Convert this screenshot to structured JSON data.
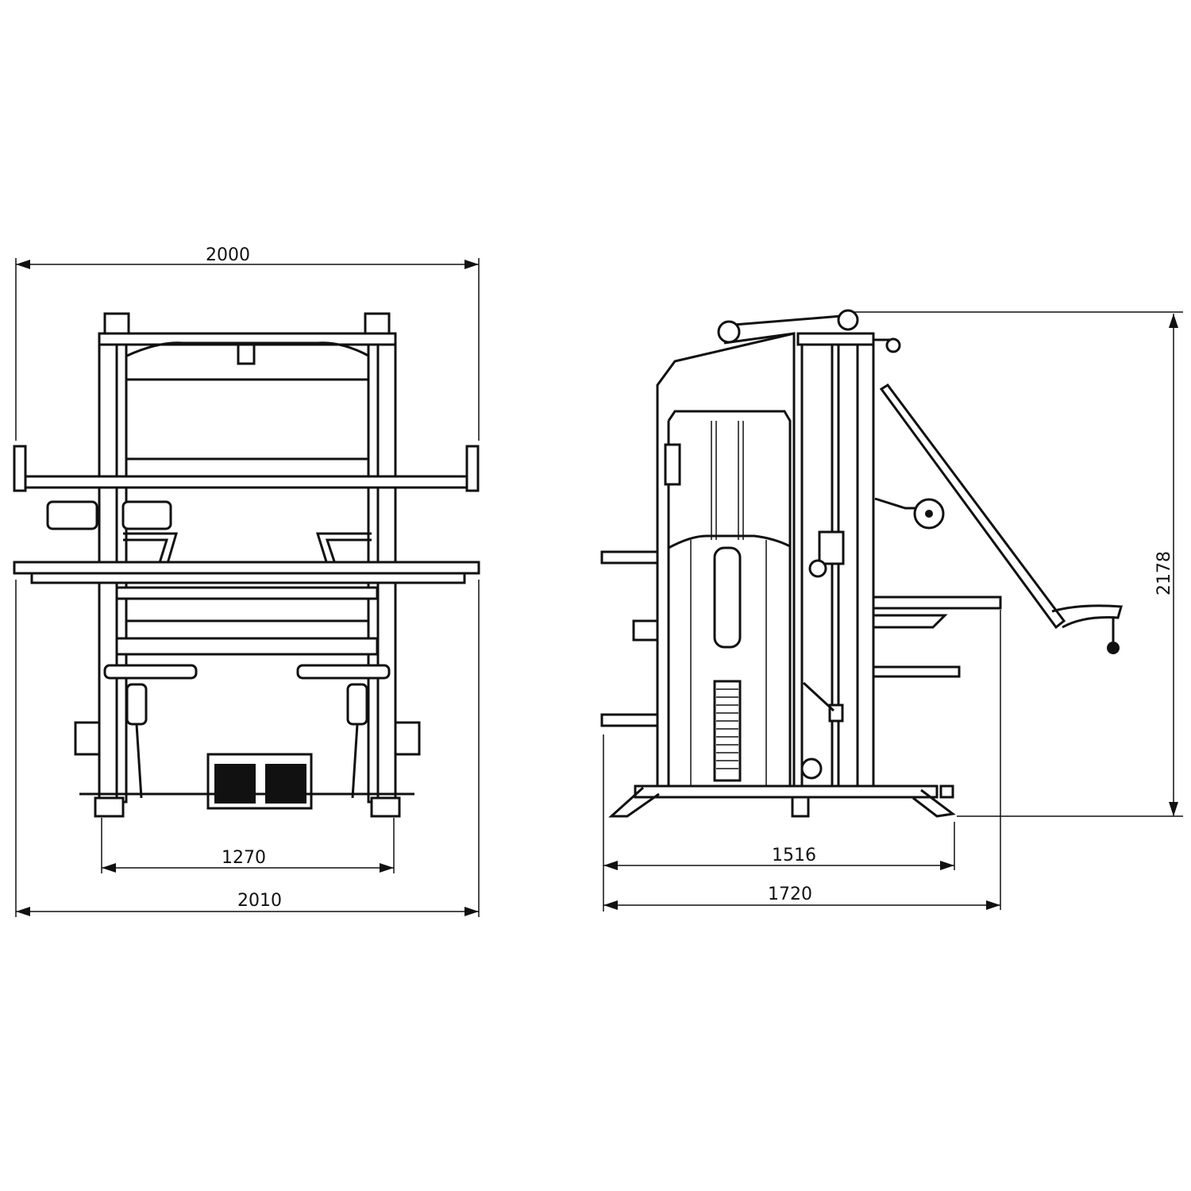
{
  "drawing": {
    "front_view": {
      "dimensions": {
        "top_width": "2000",
        "base_inner_width": "1270",
        "overall_width": "2010"
      }
    },
    "side_view": {
      "dimensions": {
        "base_depth": "1516",
        "overall_depth": "1720",
        "height": "2178"
      }
    },
    "colors": {
      "line": "#111111",
      "background": "#ffffff"
    }
  }
}
